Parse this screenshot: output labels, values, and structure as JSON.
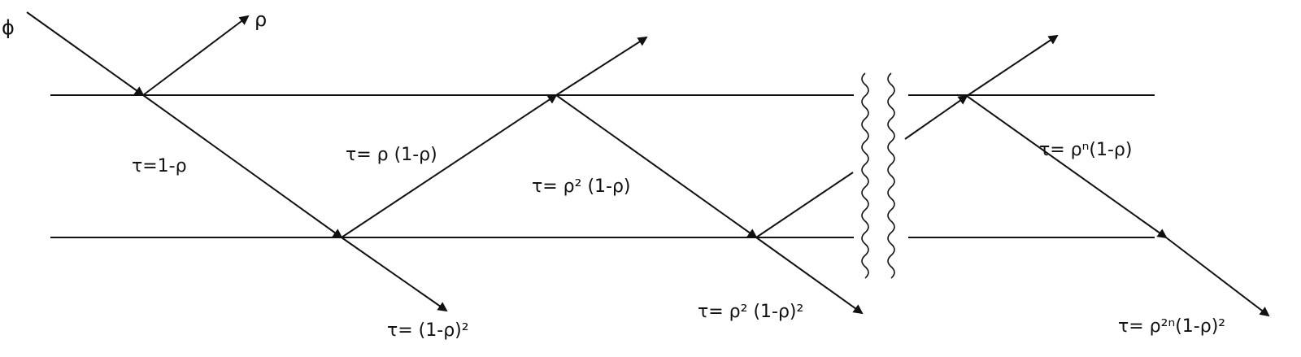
{
  "labels": {
    "incident": "ϕ",
    "first_reflection": "ρ",
    "t1": "τ=1-ρ",
    "t2": "τ= ρ (1-ρ)",
    "t3": "τ= ρ² (1-ρ)",
    "t4": "τ= ρⁿ(1-ρ)",
    "out1": "τ= (1-ρ)²",
    "out2": "τ= ρ² (1-ρ)²",
    "out3": "τ= ρ²ⁿ(1-ρ)²"
  },
  "colors": {
    "ink": "#111111",
    "background": "#ffffff"
  }
}
